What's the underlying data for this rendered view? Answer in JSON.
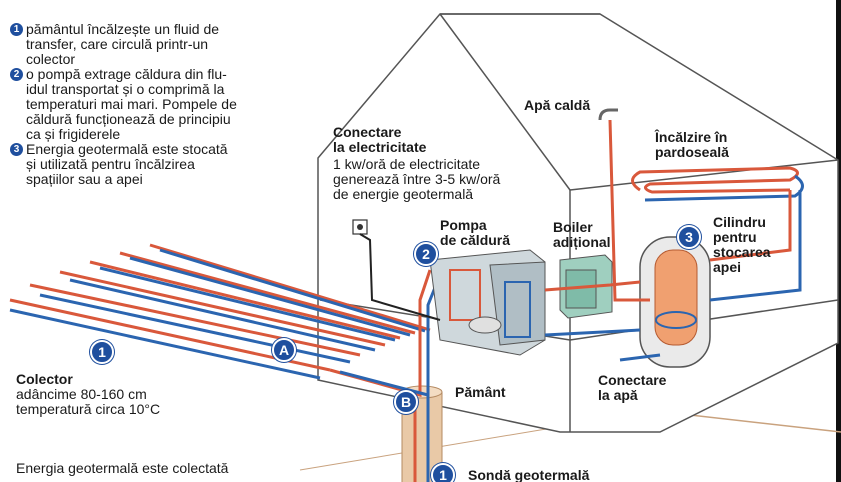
{
  "colors": {
    "hot": "#d9583b",
    "cold": "#2b65b0",
    "badge": "#1f4f9e",
    "house_line": "#555555",
    "earth": "#e9c9a7"
  },
  "steps": [
    {
      "num": "1",
      "text": "pământul încălzește un fluid de\ntransfer, care circulă printr-un\ncolector"
    },
    {
      "num": "2",
      "text": "o pompă extrage căldura din flu-\nidul transportat și o comprimă la\ntemperaturi mai mari. Pompele de\ncăldură funcționează de principiu\nca și frigiderele"
    },
    {
      "num": "3",
      "text": "Energia geotermală este stocată\nși utilizată pentru încălzirea\nspațiilor sau a apei"
    }
  ],
  "labels": {
    "conectare_title": "Conectare\nla electricitate",
    "conectare_desc": "1 kw/oră de electricitate\ngenerează între 3-5 kw/oră\nde energie geotermală",
    "apa_calda": "Apă caldă",
    "incalzire": "Încălzire în\npardoseală",
    "pompa": "Pompa\nde căldură",
    "boiler": "Boiler\nadițional",
    "cilindru": "Cilindru\npentru\nstocarea\napei",
    "conectare_apa": "Conectare\nla apă",
    "pamant": "Pământ",
    "colector_title": "Colector",
    "colector_desc": "adâncime 80-160 cm\ntemperatură circa 10°C",
    "energia_bottom": "Energia geotermală este colectată",
    "sonda": "Sondă geotermală"
  },
  "badges": {
    "one": "1",
    "two": "2",
    "three": "3",
    "a": "A",
    "b": "B"
  }
}
